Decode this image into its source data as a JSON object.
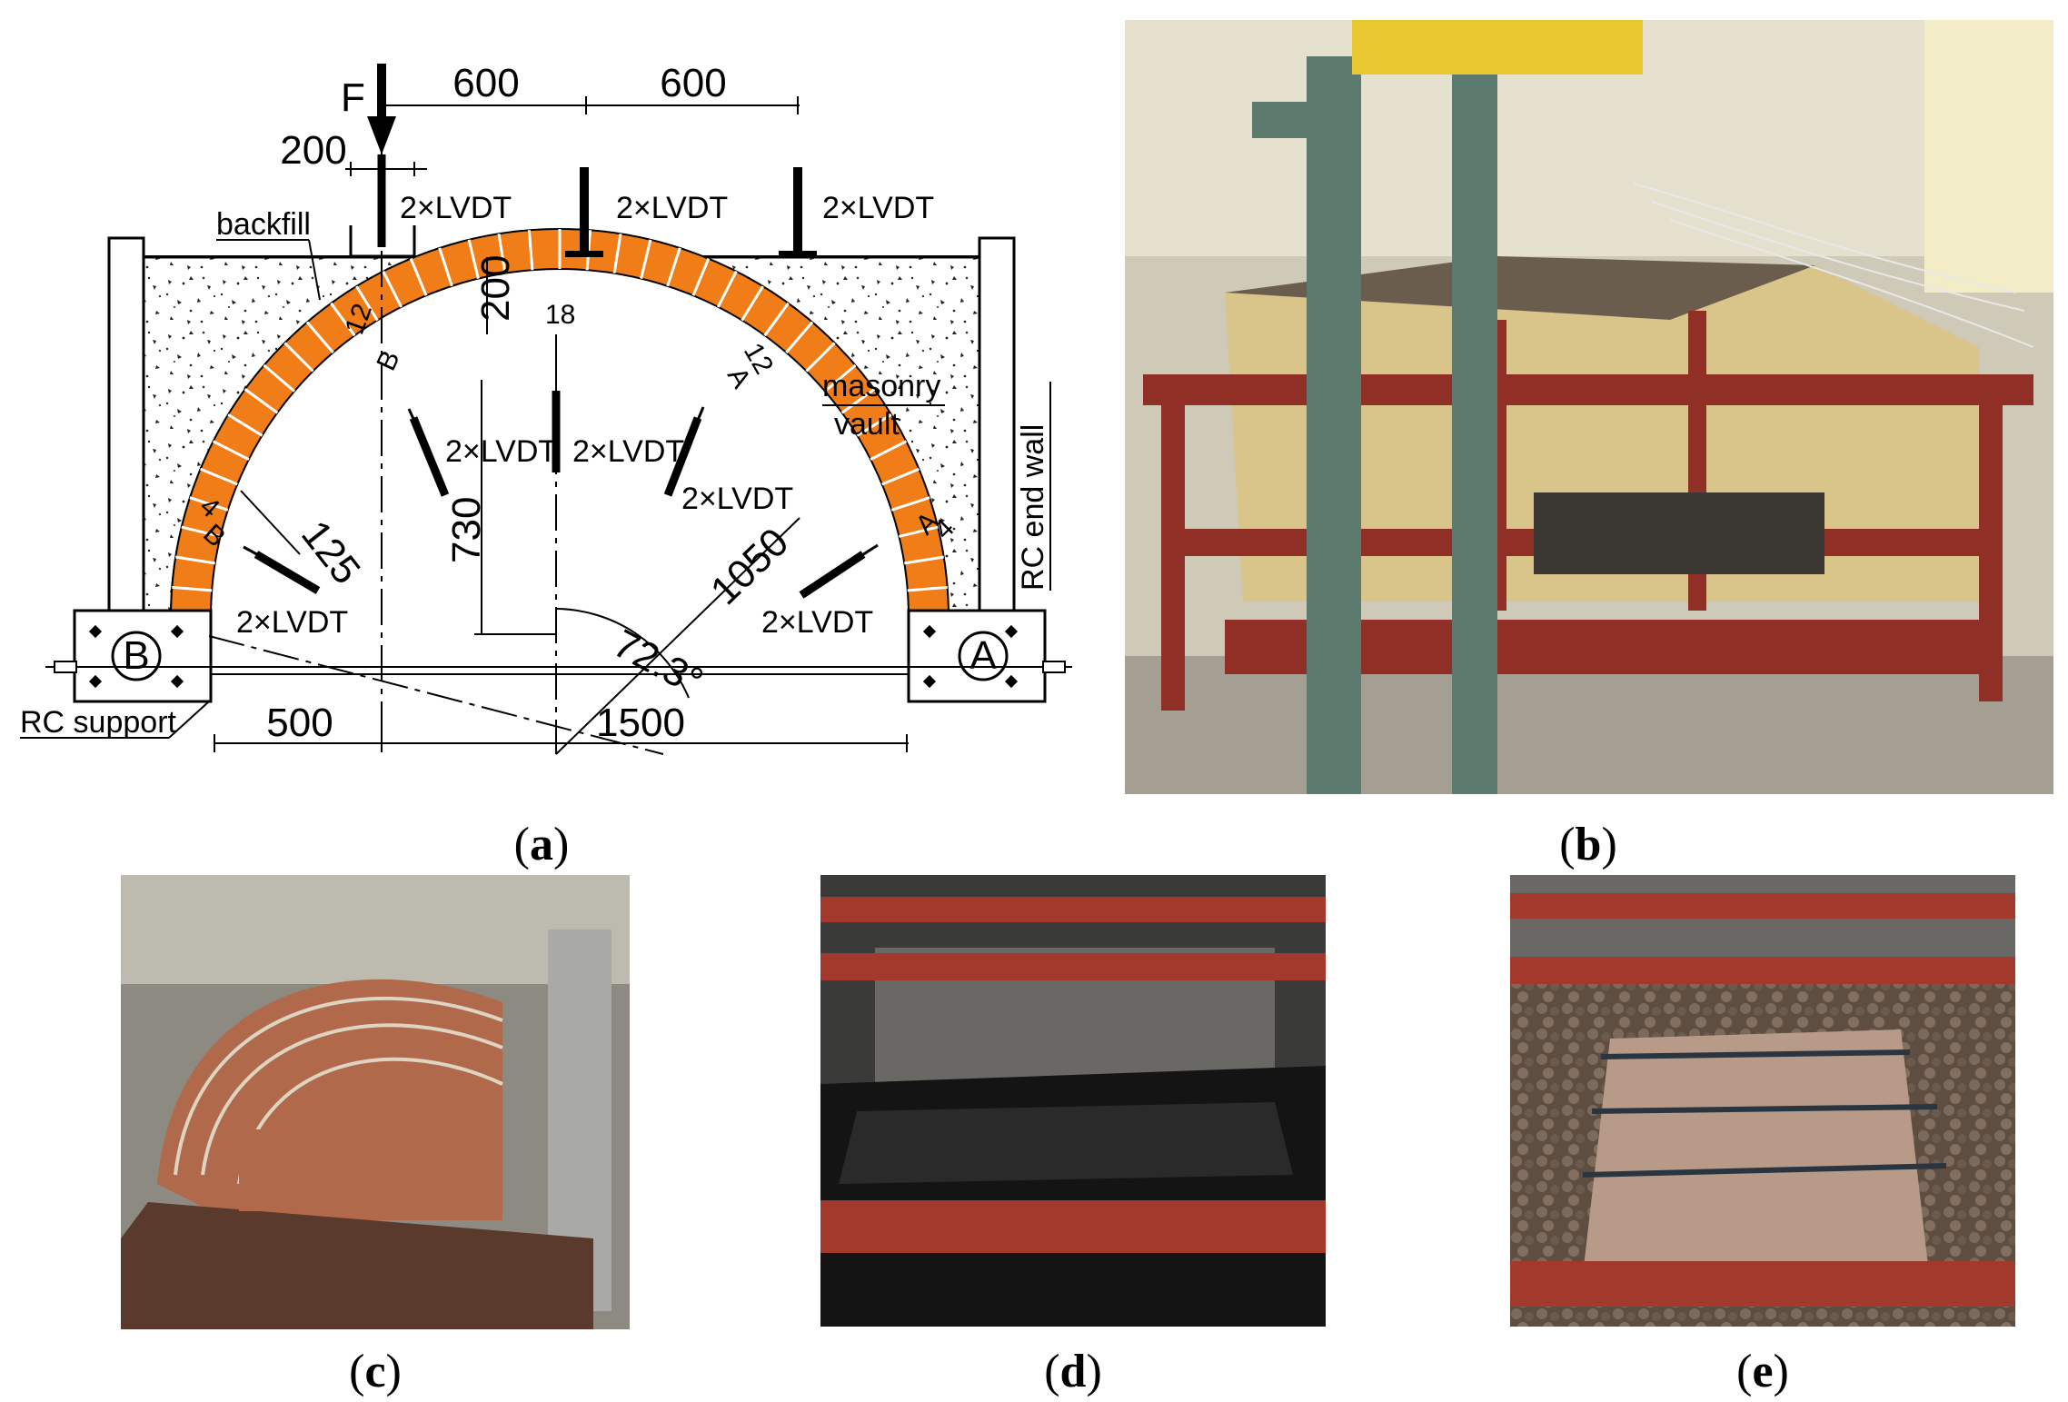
{
  "drawing": {
    "force_label": "F",
    "dim_600_a": "600",
    "dim_600_b": "600",
    "dim_200_top": "200",
    "lvdt_top_1": "2×LVDT",
    "lvdt_top_2": "2×LVDT",
    "lvdt_top_3": "2×LVDT",
    "backfill": "backfill",
    "dim_200_vert": "200",
    "label_18": "18",
    "label_12_left": "12",
    "label_12_right": "12",
    "section_B_top": "B",
    "section_A_top": "A",
    "masonry": "masonry",
    "vault": "vault",
    "lvdt_left_upper": "2×LVDT",
    "lvdt_center": "2×LVDT",
    "lvdt_right_upper": "2×LVDT",
    "label_4_left": "4",
    "section_B_left": "B",
    "dim_125": "125",
    "dim_730": "730",
    "dim_1050": "1050",
    "angle": "72.3°",
    "label_4_right": "4",
    "section_A_right": "A",
    "rc_end_wall": "RC end wall",
    "lvdt_left_lower": "2×LVDT",
    "lvdt_right_lower": "2×LVDT",
    "support_B": "B",
    "support_A": "A",
    "rc_support": "RC support",
    "dim_500": "500",
    "dim_1500": "1500"
  },
  "captions": {
    "a": "a",
    "b": "b",
    "c": "c",
    "d": "d",
    "e": "e"
  },
  "colors": {
    "brick": "#f07d18",
    "steel_red": "#8f2f25",
    "osb": "#d9c48a"
  }
}
